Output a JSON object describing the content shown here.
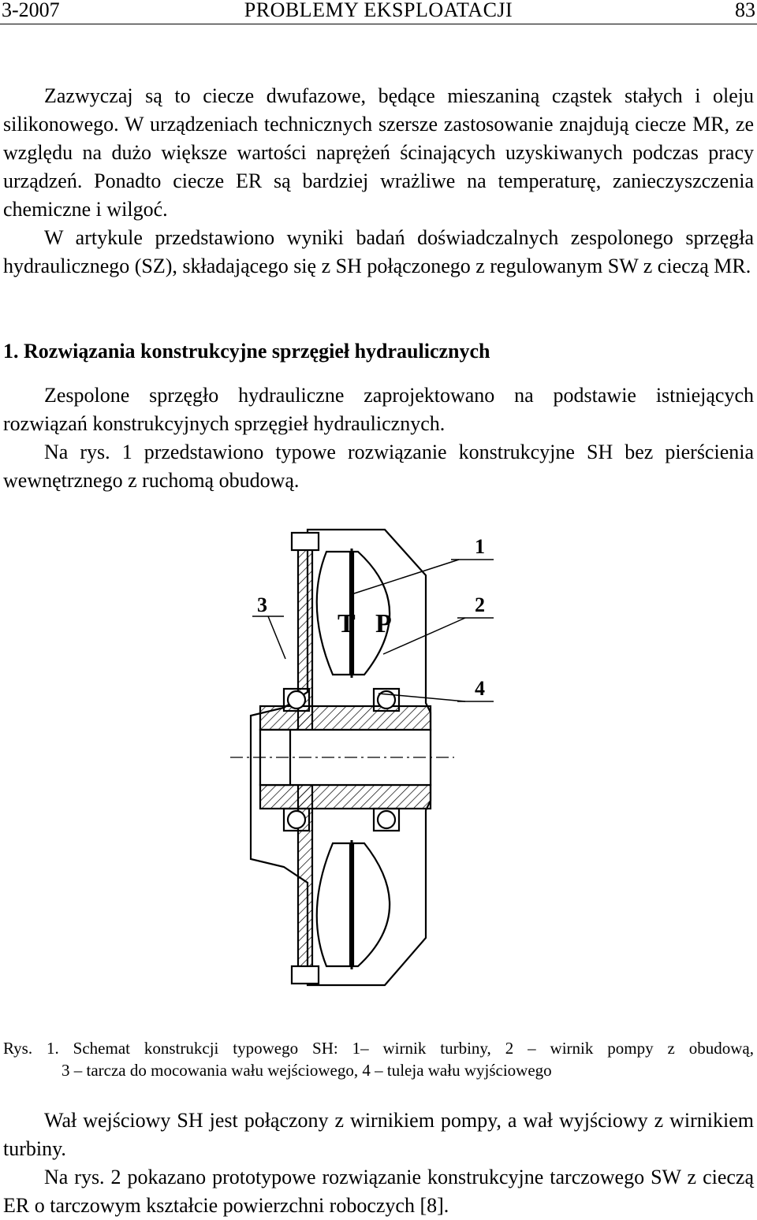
{
  "header": {
    "issue": "3-2007",
    "journal": "PROBLEMY  EKSPLOATACJI",
    "page": "83"
  },
  "paragraphs": {
    "p1": "Zazwyczaj są to ciecze dwufazowe, będące mieszaniną cząstek stałych i oleju silikonowego. W urządzeniach technicznych szersze zastosowanie znajdują ciecze MR, ze względu na dużo większe wartości naprężeń ścinających uzyskiwanych podczas pracy urządzeń. Ponadto ciecze ER są bardziej wrażliwe na temperaturę, zanieczyszczenia chemiczne i wilgoć.",
    "p2": "W artykule przedstawiono wyniki badań doświadczalnych zespolonego sprzęgła hydraulicznego (SZ), składającego się z SH połączonego z regulowanym SW z cieczą MR.",
    "heading": "1. Rozwiązania konstrukcyjne sprzęgieł hydraulicznych",
    "p3": "Zespolone sprzęgło hydrauliczne zaprojektowano na podstawie istniejących rozwiązań konstrukcyjnych sprzęgieł hydraulicznych.",
    "p4": "Na rys. 1 przedstawiono typowe rozwiązanie konstrukcyjne SH bez pierścienia wewnętrznego z ruchomą obudową.",
    "p5": "Wał wejściowy SH jest połączony z wirnikiem pompy, a wał wyjściowy z wirnikiem turbiny.",
    "p6": "Na rys. 2 pokazano prototypowe rozwiązanie konstrukcyjne tarczowego SW z cieczą ER o tarczowym kształcie powierzchni roboczych [8]."
  },
  "figure": {
    "labels": {
      "l1": "1",
      "l2": "2",
      "l3": "3",
      "l4": "4",
      "t": "T",
      "p": "P"
    },
    "caption_line1": "Rys. 1. Schemat konstrukcji typowego SH: 1– wirnik turbiny, 2 – wirnik pompy z obudową,",
    "caption_line2": "3 – tarcza do mocowania wału wejściowego,  4 – tuleja wału wyjściowego"
  }
}
